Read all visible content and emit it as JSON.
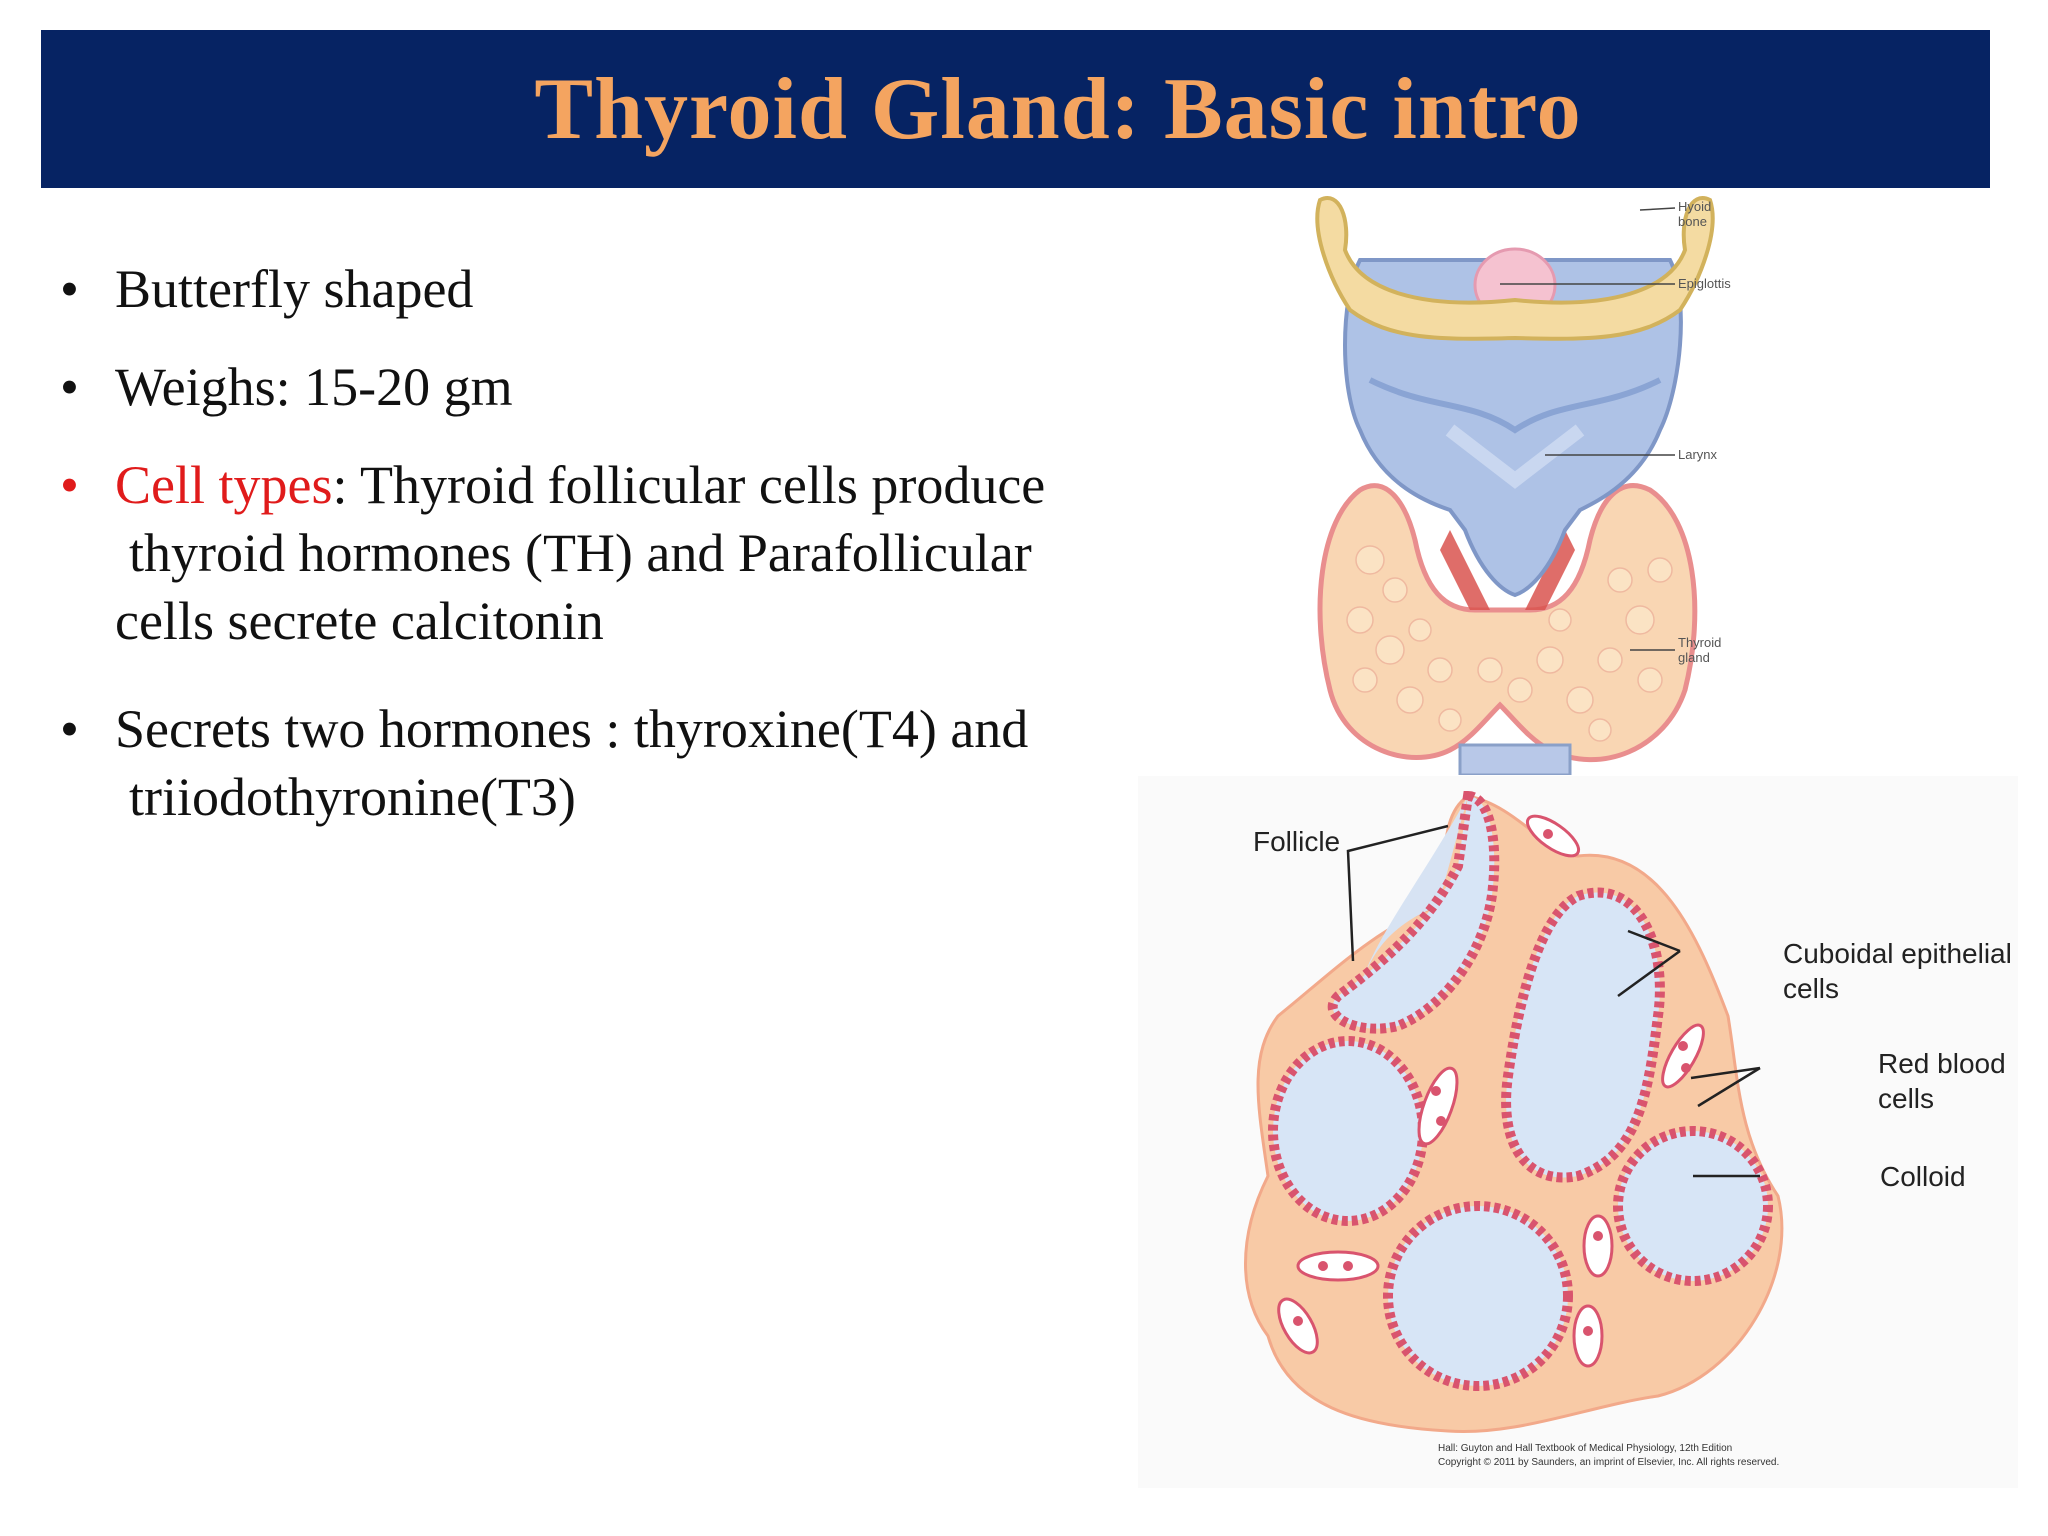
{
  "slide": {
    "title": "Thyroid Gland: Basic intro"
  },
  "bullets": {
    "b1": "Butterfly shaped",
    "b2": "Weighs: 15-20 gm",
    "b3": {
      "highlight": "Cell types",
      "rest_line1": ": Thyroid follicular cells produce",
      "line2": "thyroid hormones (TH) and Parafollicular",
      "line3": "cells secrete calcitonin"
    },
    "b4": {
      "line1": "Secrets two hormones : thyroxine(T4) and",
      "line2": "triiodothyronine(T3)"
    }
  },
  "anatomy_figure": {
    "labels": {
      "hyoid_line1": "Hyoid",
      "hyoid_line2": "bone",
      "epiglottis": "Epiglottis",
      "larynx": "Larynx",
      "thyroid_line1": "Thyroid",
      "thyroid_line2": "gland"
    }
  },
  "histology_figure": {
    "labels": {
      "follicle": "Follicle",
      "cuboidal_line1": "Cuboidal epithelial",
      "cuboidal_line2": "cells",
      "rbc_line1": "Red blood",
      "rbc_line2": "cells",
      "colloid": "Colloid"
    },
    "credit_line1": "Hall: Guyton and Hall Textbook of Medical Physiology, 12th Edition",
    "credit_line2": "Copyright © 2011 by Saunders, an imprint of Elsevier, Inc. All rights reserved."
  },
  "colors": {
    "title_bar": "#062363",
    "title_text": "#f4a460",
    "highlight": "#e01b1b"
  }
}
